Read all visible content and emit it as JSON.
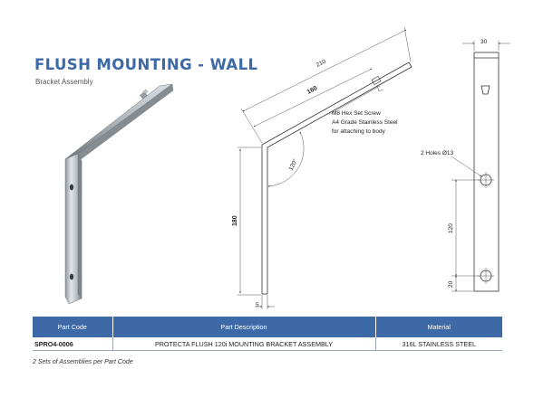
{
  "header": {
    "title": "FLUSH MOUNTING - WALL",
    "subtitle": "Bracket Assembly"
  },
  "drawing": {
    "dim_210": "210",
    "dim_160": "160",
    "dim_180": "180",
    "dim_5": "5",
    "angle": "120°",
    "screw_callout": [
      "M8 Hex Set Screw",
      "A4 Grade Stainless Steel",
      "for attaching to body"
    ],
    "side_view": {
      "width": "30",
      "holes": "2 Holes Ø13",
      "spacing": "120",
      "offset": "20"
    }
  },
  "table": {
    "headers": [
      "Part Code",
      "Part Description",
      "Material"
    ],
    "rows": [
      [
        "SPRO4-0006",
        "PROTECTA FLUSH 120i MOUNTING BRACKET ASSEMBLY",
        "316L STAINLESS STEEL"
      ]
    ]
  },
  "footnote": "2 Sets of Assemblies per Part Code",
  "colors": {
    "accent": "#3d6aa6"
  }
}
